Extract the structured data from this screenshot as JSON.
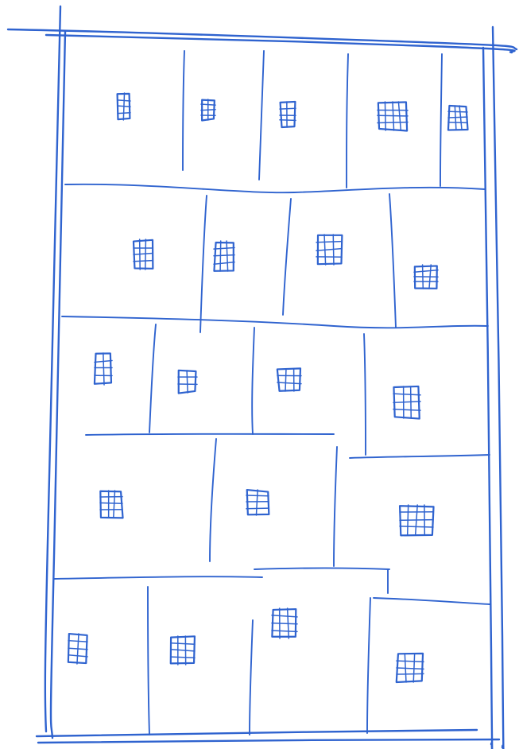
{
  "drawing": {
    "description_free": true,
    "ink_color": "#2f63cf",
    "paper_color": "#ffffff"
  },
  "rows": [
    {
      "id": "row-1",
      "cells": 5,
      "windows": [
        {
          "cols": 2,
          "rows": 4
        },
        {
          "cols": 2,
          "rows": 4
        },
        {
          "cols": 2,
          "rows": 4
        },
        {
          "cols": 4,
          "rows": 4
        },
        {
          "cols": 3,
          "rows": 4
        }
      ]
    },
    {
      "id": "row-2",
      "cells": 4,
      "windows": [
        {
          "cols": 3,
          "rows": 4
        },
        {
          "cols": 3,
          "rows": 4
        },
        {
          "cols": 3,
          "rows": 4
        },
        {
          "cols": 3,
          "rows": 4
        }
      ]
    },
    {
      "id": "row-3",
      "cells": 4,
      "windows": [
        {
          "cols": 2,
          "rows": 4
        },
        {
          "cols": 2,
          "rows": 3
        },
        {
          "cols": 3,
          "rows": 3
        },
        {
          "cols": 3,
          "rows": 4
        }
      ]
    },
    {
      "id": "row-4",
      "cells": 3,
      "windows": [
        {
          "cols": 3,
          "rows": 4
        },
        {
          "cols": 2,
          "rows": 4
        },
        {
          "cols": 4,
          "rows": 4
        }
      ]
    },
    {
      "id": "row-5",
      "cells": 4,
      "windows": [
        {
          "cols": 2,
          "rows": 4
        },
        {
          "cols": 3,
          "rows": 4
        },
        {
          "cols": 3,
          "rows": 4
        },
        {
          "cols": 3,
          "rows": 4
        }
      ]
    }
  ]
}
